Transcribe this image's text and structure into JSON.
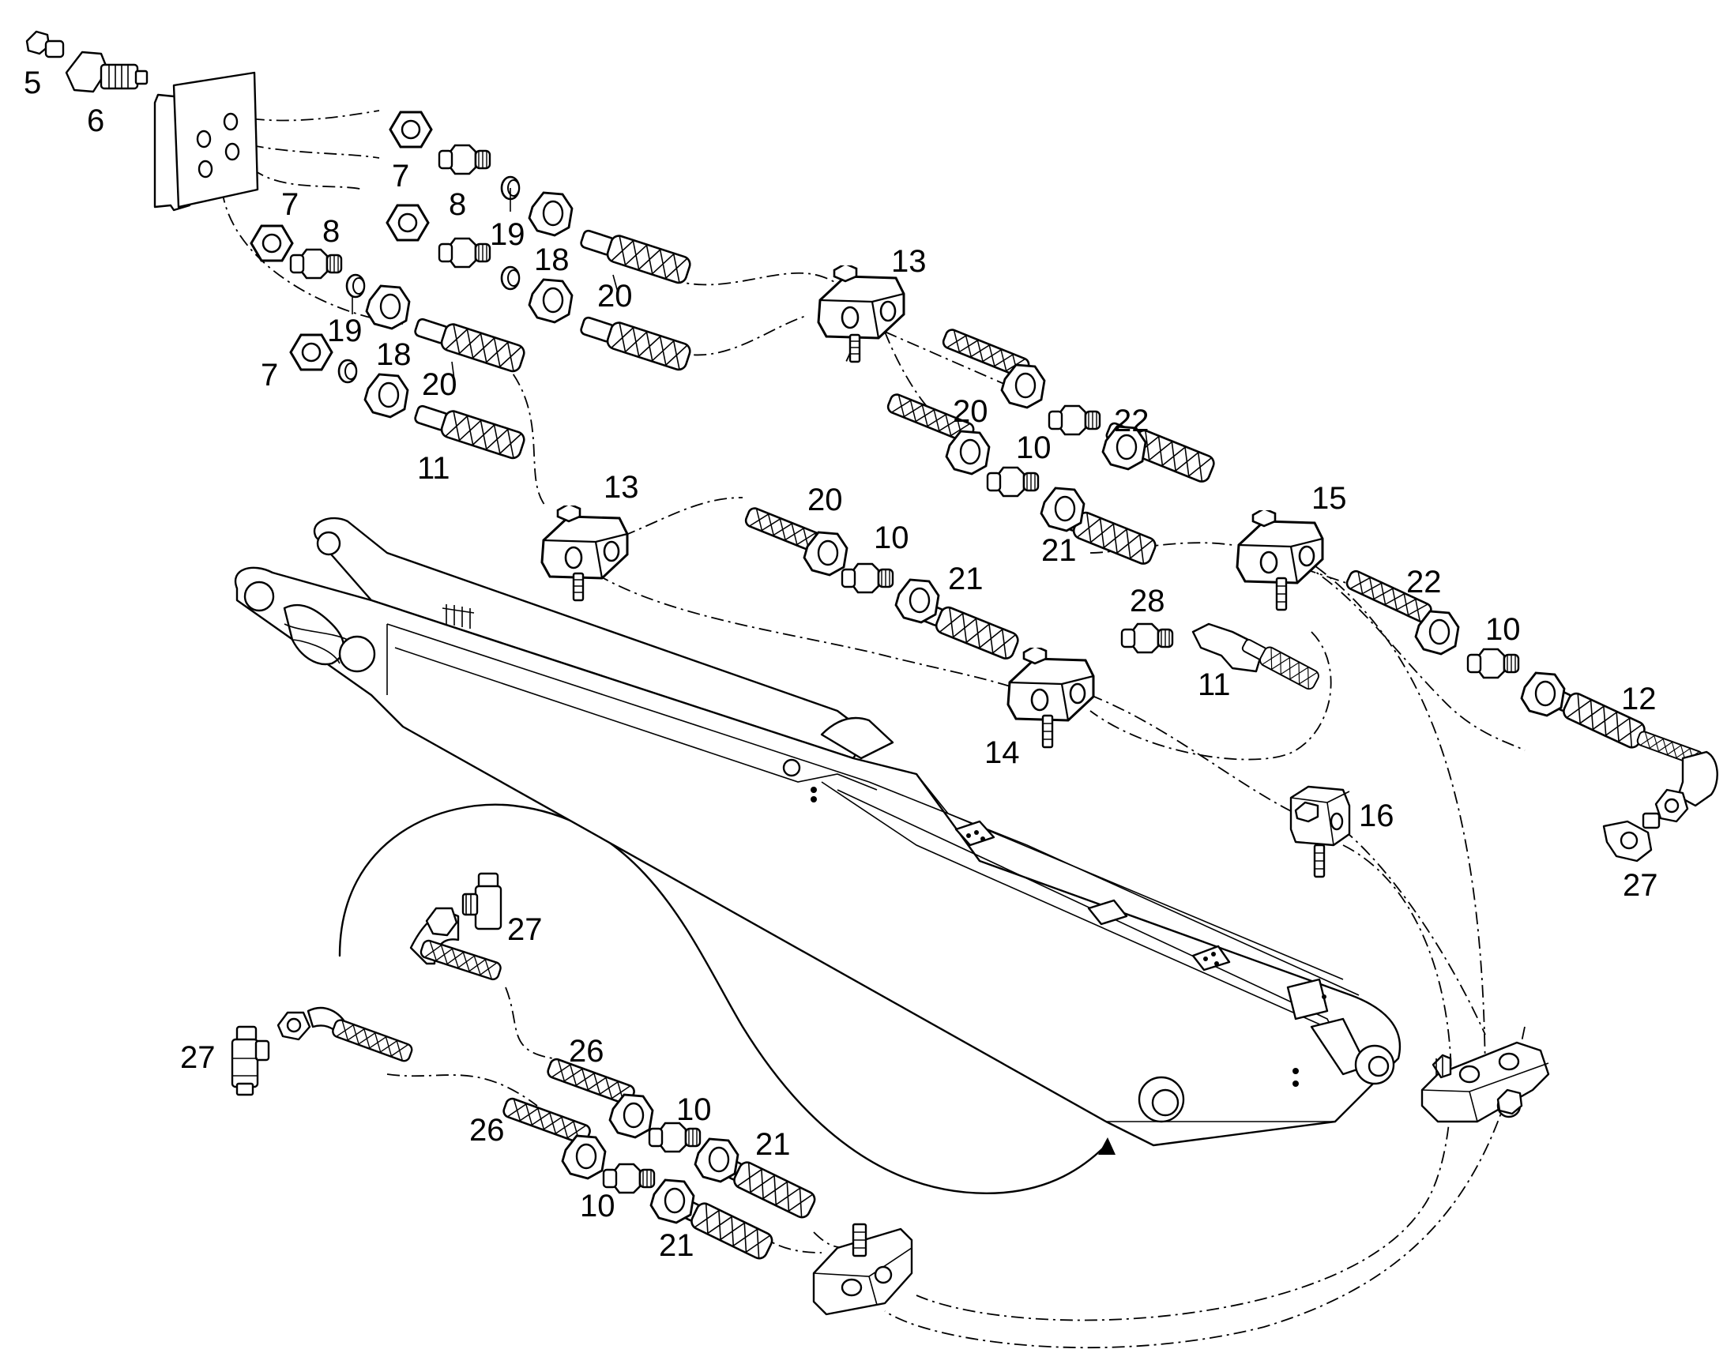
{
  "diagram": {
    "type": "exploded parts diagram",
    "callouts": [
      {
        "id": "c5a",
        "text": "5"
      },
      {
        "id": "c6a",
        "text": "6"
      },
      {
        "id": "c7a",
        "text": "7"
      },
      {
        "id": "c7b",
        "text": "7"
      },
      {
        "id": "c7c",
        "text": "7"
      },
      {
        "id": "c8a",
        "text": "8"
      },
      {
        "id": "c8b",
        "text": "8"
      },
      {
        "id": "c19a",
        "text": "19"
      },
      {
        "id": "c19b",
        "text": "19"
      },
      {
        "id": "c18a",
        "text": "18"
      },
      {
        "id": "c18b",
        "text": "18"
      },
      {
        "id": "c20a",
        "text": "20"
      },
      {
        "id": "c20b",
        "text": "20"
      },
      {
        "id": "c20c",
        "text": "20"
      },
      {
        "id": "c20d",
        "text": "20"
      },
      {
        "id": "c11a",
        "text": "11"
      },
      {
        "id": "c11b",
        "text": "11"
      },
      {
        "id": "c13a",
        "text": "13"
      },
      {
        "id": "c13b",
        "text": "13"
      },
      {
        "id": "c10a",
        "text": "10"
      },
      {
        "id": "c10b",
        "text": "10"
      },
      {
        "id": "c10c",
        "text": "10"
      },
      {
        "id": "c10d",
        "text": "10"
      },
      {
        "id": "c10e",
        "text": "10"
      },
      {
        "id": "c21a",
        "text": "21"
      },
      {
        "id": "c21b",
        "text": "21"
      },
      {
        "id": "c21c",
        "text": "21"
      },
      {
        "id": "c21d",
        "text": "21"
      },
      {
        "id": "c22a",
        "text": "22"
      },
      {
        "id": "c22b",
        "text": "22"
      },
      {
        "id": "c15a",
        "text": "15"
      },
      {
        "id": "c14a",
        "text": "14"
      },
      {
        "id": "c28a",
        "text": "28"
      },
      {
        "id": "c12a",
        "text": "12"
      },
      {
        "id": "c16a",
        "text": "16"
      },
      {
        "id": "c27a",
        "text": "27"
      },
      {
        "id": "c27b",
        "text": "27"
      },
      {
        "id": "c27c",
        "text": "27"
      },
      {
        "id": "c26a",
        "text": "26"
      },
      {
        "id": "c26b",
        "text": "26"
      }
    ]
  }
}
